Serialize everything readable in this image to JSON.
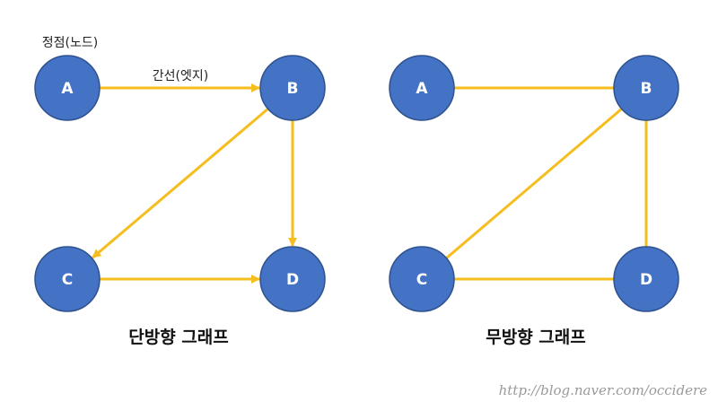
{
  "colors": {
    "node_fill": "#4472C4",
    "node_stroke": "#2F528F",
    "edge": "#F5BE1E",
    "node_text": "#FFFFFF"
  },
  "directed": {
    "title": "단방향 그래프",
    "vertex_annotation": "정점(노드)",
    "edge_annotation": "간선(엣지)",
    "nodes": [
      "A",
      "B",
      "C",
      "D"
    ],
    "edges": [
      {
        "from": "A",
        "to": "B"
      },
      {
        "from": "B",
        "to": "C"
      },
      {
        "from": "B",
        "to": "D"
      },
      {
        "from": "C",
        "to": "D"
      }
    ]
  },
  "undirected": {
    "title": "무방향 그래프",
    "nodes": [
      "A",
      "B",
      "C",
      "D"
    ],
    "edges": [
      {
        "from": "A",
        "to": "B"
      },
      {
        "from": "B",
        "to": "C"
      },
      {
        "from": "B",
        "to": "D"
      },
      {
        "from": "C",
        "to": "D"
      }
    ]
  },
  "watermark": "http://blog.naver.com/occidere"
}
